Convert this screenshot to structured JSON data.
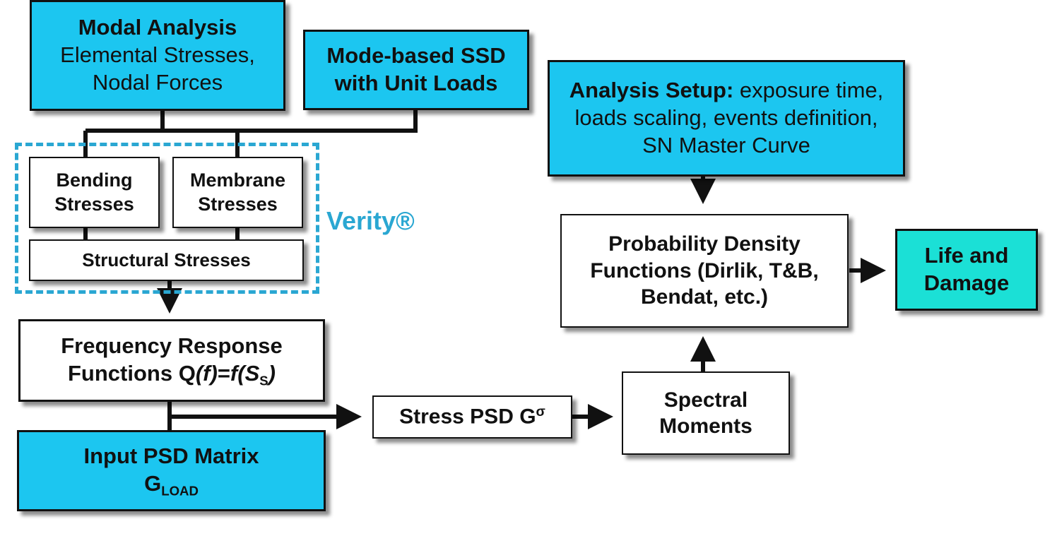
{
  "modal_analysis": {
    "title": "Modal Analysis",
    "line1": "Elemental Stresses,",
    "line2": "Nodal Forces"
  },
  "mode_ssd": {
    "line1": "Mode-based SSD",
    "line2": "with Unit Loads"
  },
  "analysis_setup": {
    "bold": "Analysis Setup:",
    "line1_rest": " exposure time,",
    "line2": "loads scaling, events definition,",
    "line3": "SN Master Curve"
  },
  "bending": {
    "line1": "Bending",
    "line2": "Stresses"
  },
  "membrane": {
    "line1": "Membrane",
    "line2": "Stresses"
  },
  "structural": {
    "label": "Structural Stresses"
  },
  "verity": {
    "label": "Verity®"
  },
  "frf": {
    "line1": "Frequency Response",
    "line2_prefix": "Functions Q",
    "line2_f": "(f)",
    "line2_eq": "=",
    "line2_f2": "f(S",
    "line2_sub": "S",
    "line2_close": ")"
  },
  "input_psd": {
    "line1": "Input PSD Matrix",
    "g": "G",
    "sub": "LOAD"
  },
  "stress_psd": {
    "label": "Stress PSD G",
    "sup": "σ"
  },
  "spectral": {
    "line1": "Spectral",
    "line2": "Moments"
  },
  "pdf": {
    "line1": "Probability Density",
    "line2": "Functions (Dirlik, T&B,",
    "line3": "Bendat, etc.)"
  },
  "life": {
    "line1": "Life and",
    "line2": "Damage"
  },
  "colors": {
    "box_blue": "#1cc6f0",
    "box_teal": "#1be0d6",
    "verity_blue": "#2aa7d2",
    "line": "#111111"
  }
}
